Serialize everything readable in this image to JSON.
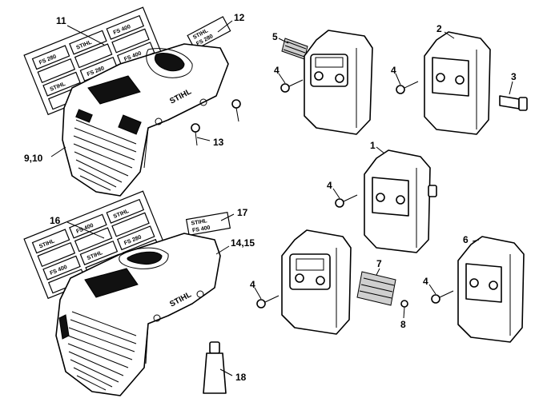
{
  "callouts": {
    "c1": "1",
    "c2": "2",
    "c3": "3",
    "c4a": "4",
    "c4b": "4",
    "c4c": "4",
    "c4d": "4",
    "c4e": "4",
    "c5": "5",
    "c6": "6",
    "c7": "7",
    "c8": "8",
    "c9_10": "9,10",
    "c11": "11",
    "c12": "12",
    "c13": "13",
    "c14_15": "14,15",
    "c16": "16",
    "c17": "17",
    "c18": "18"
  },
  "branding": {
    "stihl": "STIHL",
    "model_a": "FS 280",
    "model_b": "FS 400"
  }
}
